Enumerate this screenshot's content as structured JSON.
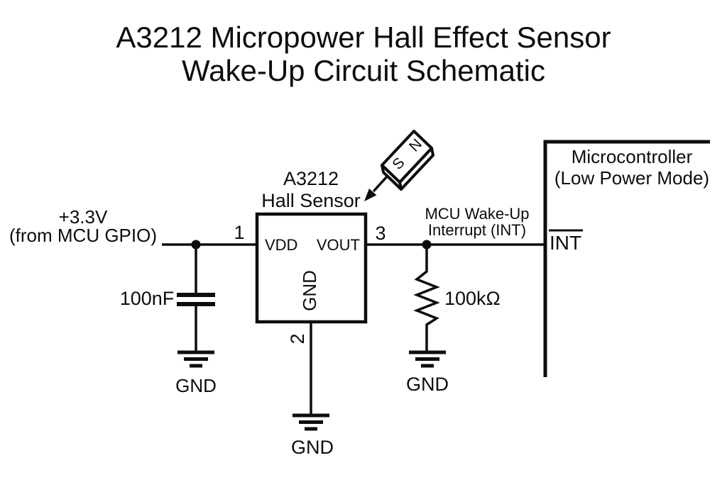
{
  "title": {
    "line1": "A3212 Micropower Hall Effect Sensor",
    "line2": "Wake-Up Circuit Schematic"
  },
  "supply": {
    "line1": "+3.3V",
    "line2": "(from MCU GPIO)"
  },
  "capacitor": {
    "value": "100nF",
    "gnd_label": "GND"
  },
  "sensor": {
    "name_line1": "A3212",
    "name_line2": "Hall Sensor",
    "pin1_number": "1",
    "pin2_number": "2",
    "pin3_number": "3",
    "vdd_label": "VDD",
    "vout_label": "VOUT",
    "gnd_label": "GND",
    "gnd_symbol_label": "GND"
  },
  "magnet": {
    "north_label": "N",
    "south_label": "S"
  },
  "interrupt": {
    "line1": "MCU Wake-Up",
    "line2": "Interrupt (INT)"
  },
  "resistor": {
    "value": "100kΩ",
    "gnd_label": "GND"
  },
  "mcu": {
    "line1": "Microcontroller",
    "line2": "(Low Power Mode)",
    "int_pin_label": "INT"
  },
  "colors": {
    "ink": "#0d0d0d",
    "background": "#ffffff"
  }
}
